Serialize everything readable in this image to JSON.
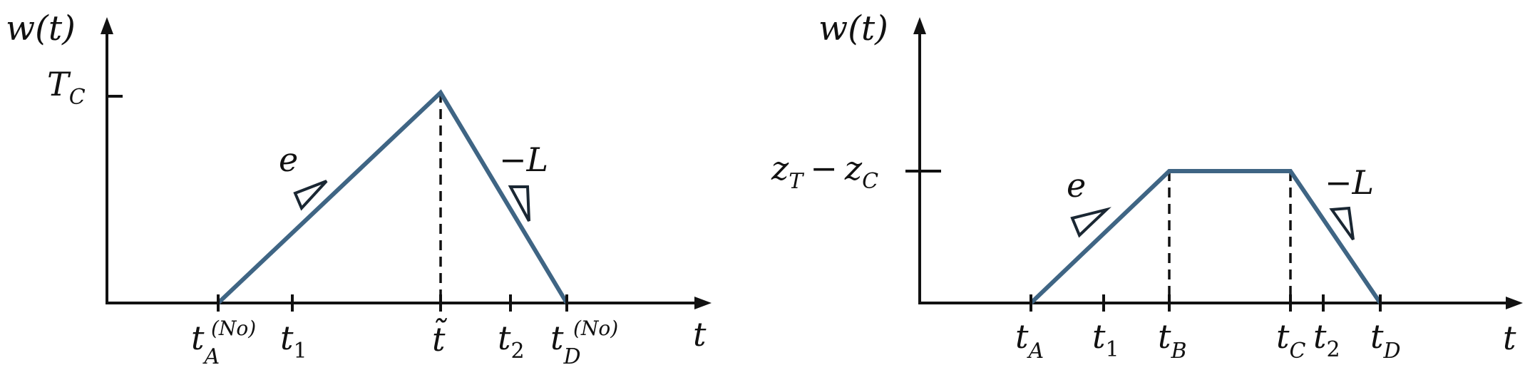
{
  "colors": {
    "curve": "#3f6584",
    "axis": "#111111",
    "guide": "#111111"
  },
  "left": {
    "ylabel": "w(t)",
    "xlabel": "t",
    "ytick": {
      "main": "T",
      "sub": "C"
    },
    "slope_up": "e",
    "slope_down": "−L",
    "xticks": [
      {
        "main": "t",
        "sub": "A",
        "sup": "(No)"
      },
      {
        "main": "t",
        "sub": "1"
      },
      {
        "main": "t̃"
      },
      {
        "main": "t",
        "sub": "2"
      },
      {
        "main": "t",
        "sub": "D",
        "sup": "(No)"
      }
    ]
  },
  "right": {
    "ylabel": "w(t)",
    "xlabel": "t",
    "ytick": {
      "a": "z",
      "a_sub": "T",
      "op": "−",
      "b": "z",
      "b_sub": "C"
    },
    "slope_up": "e",
    "slope_down": "−L",
    "xticks": [
      {
        "main": "t",
        "sub": "A"
      },
      {
        "main": "t",
        "sub": "1"
      },
      {
        "main": "t",
        "sub": "B"
      },
      {
        "main": "t",
        "sub": "C"
      },
      {
        "main": "t",
        "sub": "2"
      },
      {
        "main": "t",
        "sub": "D"
      }
    ]
  }
}
